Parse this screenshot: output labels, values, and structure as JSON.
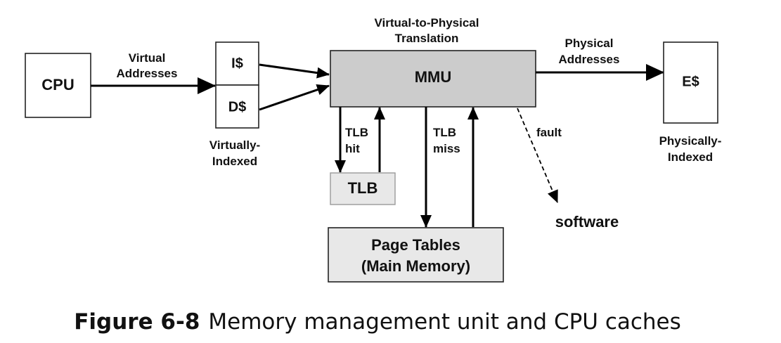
{
  "nodes": {
    "cpu": "CPU",
    "icache": "I$",
    "dcache": "D$",
    "mmu": "MMU",
    "tlb": "TLB",
    "page_tables_line1": "Page Tables",
    "page_tables_line2": "(Main Memory)",
    "ecache": "E$",
    "software": "software"
  },
  "labels": {
    "virtual_addresses_line1": "Virtual",
    "virtual_addresses_line2": "Addresses",
    "translation_line1": "Virtual-to-Physical",
    "translation_line2": "Translation",
    "physical_addresses_line1": "Physical",
    "physical_addresses_line2": "Addresses",
    "virtually_indexed_line1": "Virtually-",
    "virtually_indexed_line2": "Indexed",
    "physically_indexed_line1": "Physically-",
    "physically_indexed_line2": "Indexed",
    "tlb_hit_line1": "TLB",
    "tlb_hit_line2": "hit",
    "tlb_miss_line1": "TLB",
    "tlb_miss_line2": "miss",
    "fault": "fault"
  },
  "caption": {
    "number": "Figure 6-8",
    "text": "Memory management unit and CPU caches"
  },
  "colors": {
    "box_fill": "#ffffff",
    "mmu_fill": "#cccccc",
    "tlb_fill": "#e8e8e8",
    "page_tables_fill": "#e8e8e8",
    "line": "#000000"
  }
}
